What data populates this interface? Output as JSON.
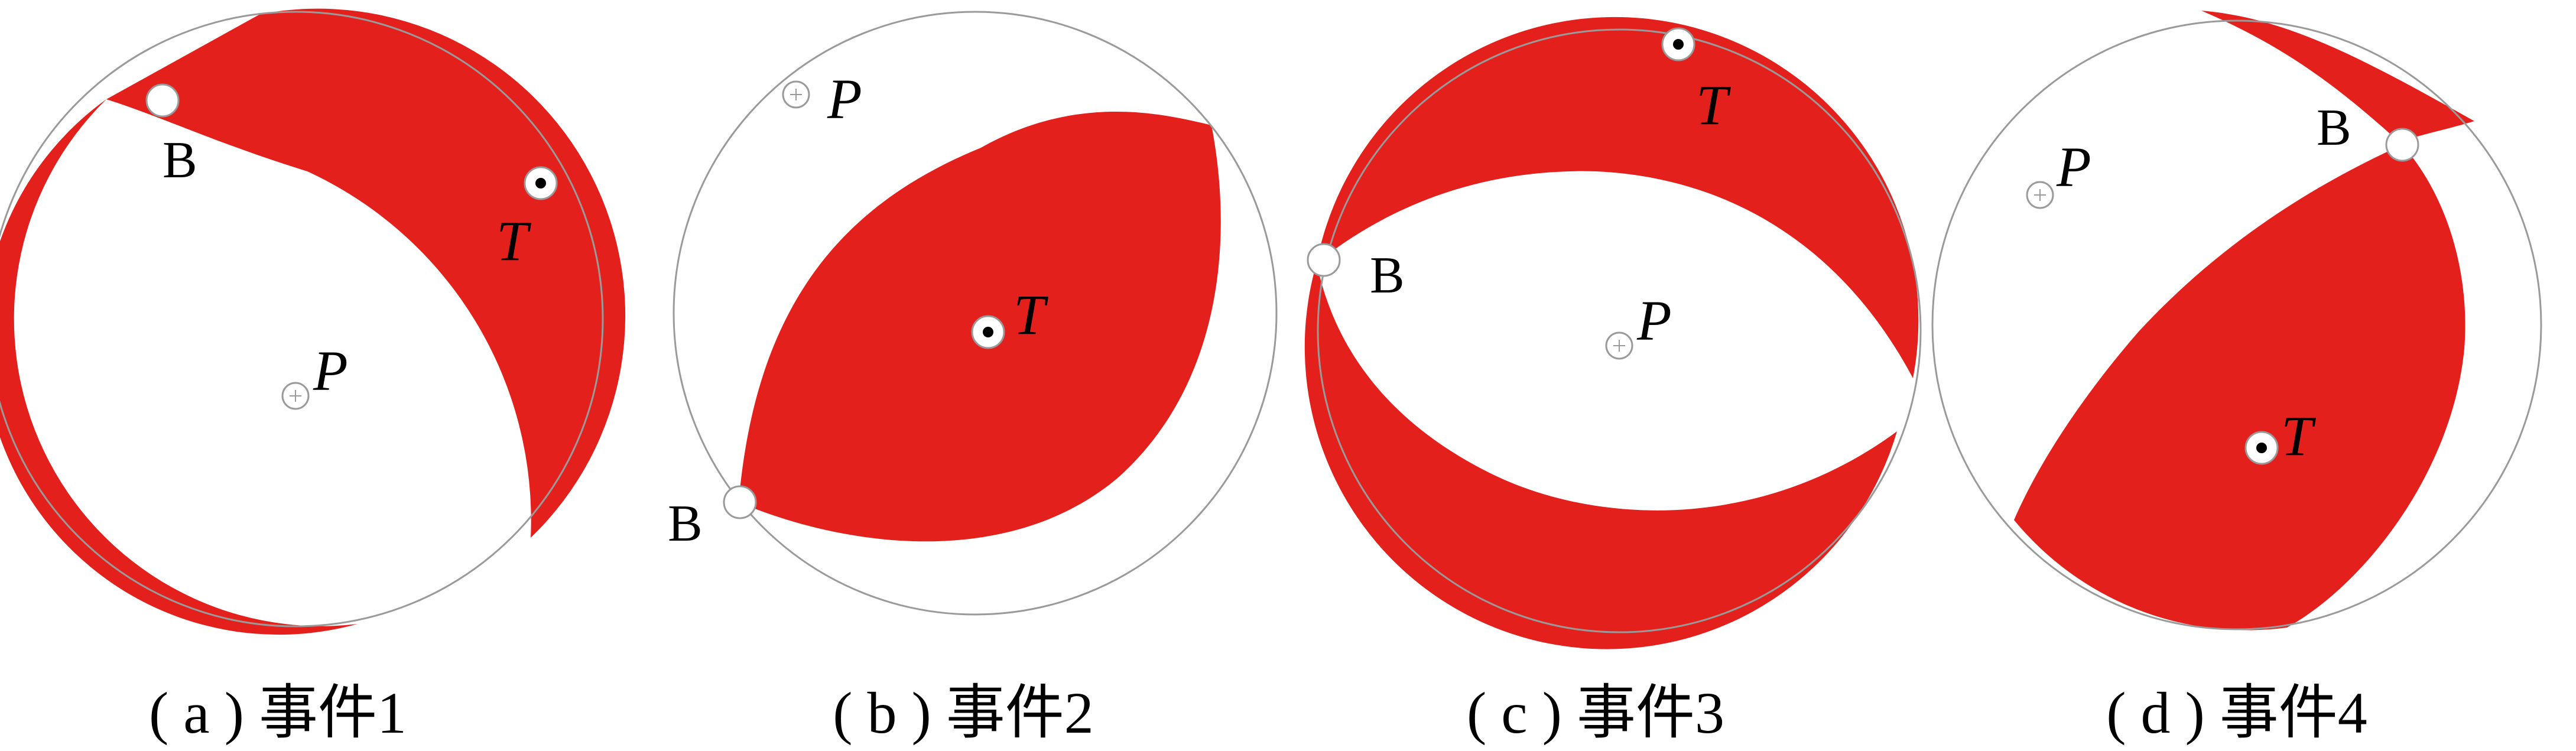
{
  "fill_color": "#e4201c",
  "outline_color": "#9a9a9a",
  "panels": [
    {
      "id": "a",
      "caption": "( a ) 事件1",
      "markers": {
        "P": "P",
        "T": "T",
        "B": "B"
      }
    },
    {
      "id": "b",
      "caption": "( b ) 事件2",
      "markers": {
        "P": "P",
        "T": "T",
        "B": "B"
      }
    },
    {
      "id": "c",
      "caption": "( c ) 事件3",
      "markers": {
        "P": "P",
        "T": "T",
        "B": "B"
      }
    },
    {
      "id": "d",
      "caption": "( d ) 事件4",
      "markers": {
        "P": "P",
        "T": "T",
        "B": "B"
      }
    }
  ]
}
